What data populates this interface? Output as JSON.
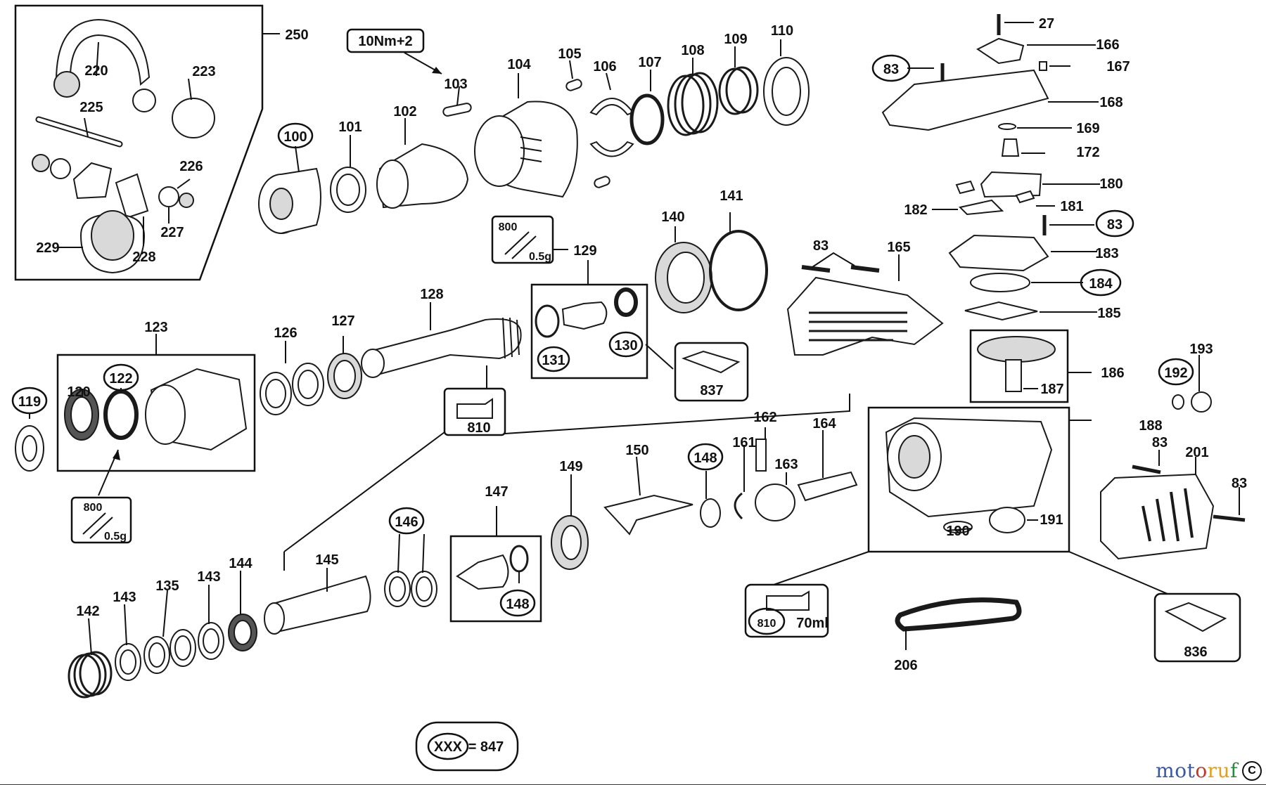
{
  "diagram": {
    "part_labels": [
      "250",
      "220",
      "223",
      "225",
      "226",
      "227",
      "228",
      "229",
      "10Nm+2",
      "103",
      "104",
      "105",
      "106",
      "107",
      "108",
      "109",
      "110",
      "100",
      "101",
      "102",
      "27",
      "166",
      "83",
      "167",
      "168",
      "169",
      "172",
      "180",
      "182",
      "181",
      "83",
      "183",
      "184",
      "185",
      "83",
      "165",
      "140",
      "141",
      "800",
      "0.5g",
      "129",
      "128",
      "127",
      "126",
      "123",
      "120",
      "122",
      "119",
      "131",
      "130",
      "837",
      "810",
      "186",
      "187",
      "193",
      "192",
      "188",
      "83",
      "201",
      "83",
      "162",
      "161",
      "163",
      "164",
      "148",
      "150",
      "149",
      "147",
      "148",
      "146",
      "145",
      "144",
      "143",
      "135",
      "143",
      "142",
      "800",
      "0.5g",
      "190",
      "191",
      "810",
      "70ml",
      "836",
      "206",
      "XXX",
      "= 847"
    ],
    "watermark": [
      "mot",
      "o",
      "ru",
      "f"
    ],
    "corner_mark": "C"
  }
}
